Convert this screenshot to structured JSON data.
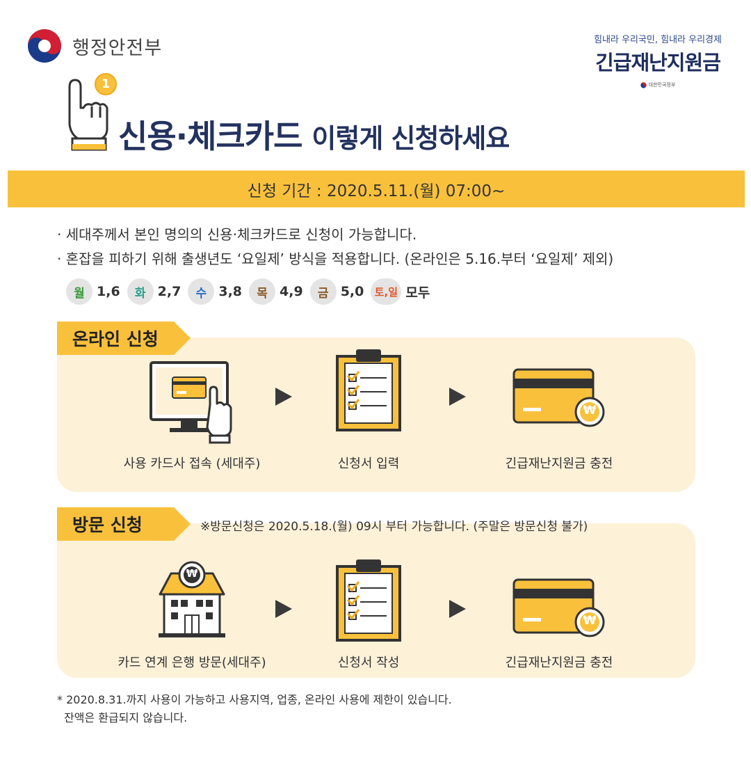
{
  "header": {
    "ministry_name": "행정안전부",
    "brand_slogan": "힘내라 우리국민, 힘내라 우리경제",
    "brand_title": "긴급재난지원금",
    "brand_gov": "대한민국정부"
  },
  "title": {
    "badge": "1",
    "strong": "신용·체크카드",
    "rest": "이렇게 신청하세요"
  },
  "period": "신청 기간 : 2020.5.11.(월) 07:00~",
  "bullets": [
    "· 세대주께서 본인 명의의 신용·체크카드로 신청이 가능합니다.",
    "· 혼잡을 피하기 위해 출생년도 ‘요일제’ 방식을 적용합니다. (온라인은 5.16.부터 ‘요일제’ 제외)"
  ],
  "days": [
    {
      "day": "월",
      "nums": "1,6",
      "color": "#3a9a3a"
    },
    {
      "day": "화",
      "nums": "2,7",
      "color": "#2aa08e"
    },
    {
      "day": "수",
      "nums": "3,8",
      "color": "#2a6fc2"
    },
    {
      "day": "목",
      "nums": "4,9",
      "color": "#8a5a2a"
    },
    {
      "day": "금",
      "nums": "5,0",
      "color": "#8a5a2a"
    },
    {
      "day": "토,일",
      "nums": "모두",
      "color": "#e0572a"
    }
  ],
  "online": {
    "tab": "온라인 신청",
    "steps": [
      "사용 카드사 접속 (세대주)",
      "신청서 입력",
      "긴급재난지원금 충전"
    ]
  },
  "visit": {
    "tab": "방문 신청",
    "notice": "※방문신청은 2020.5.18.(월) 09시 부터 가능합니다. (주말은 방문신청 불가)",
    "steps": [
      "카드 연계 은행 방문(세대주)",
      "신청서 작성",
      "긴급재난지원금 충전"
    ]
  },
  "icons": {
    "won": "₩"
  },
  "footer": [
    "* 2020.8.31.까지 사용이 가능하고 사용지역, 업종, 온라인 사용에 제한이 있습니다.",
    "잔액은 환급되지 않습니다."
  ],
  "colors": {
    "accent": "#f9c13b",
    "panel": "#fdf1d8",
    "navy": "#23325f"
  }
}
